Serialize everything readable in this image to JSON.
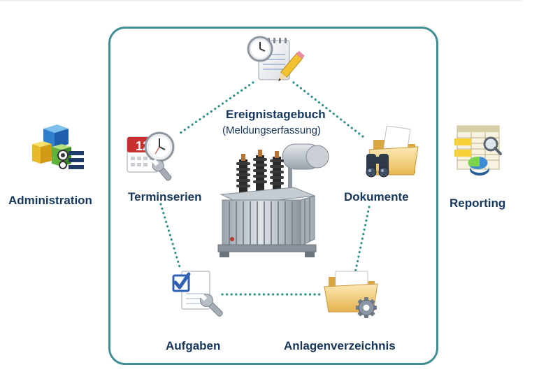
{
  "labels": {
    "ereignistagebuch": "Ereignistagebuch",
    "ereignistagebuch_sub": "(Meldungserfassung)",
    "terminserien": "Terminserien",
    "dokumente": "Dokumente",
    "aufgaben": "Aufgaben",
    "anlagenverzeichnis": "Anlagenverzeichnis",
    "administration": "Administration",
    "reporting": "Reporting"
  },
  "calendar_day": "12",
  "icons": {
    "center": "transformer-icon",
    "ereignistagebuch": "clock-notepad-pencil-icon",
    "terminserien": "calendar-clock-wrench-icon",
    "dokumente": "folder-binoculars-icon",
    "aufgaben": "checklist-wrench-icon",
    "anlagenverzeichnis": "folder-gear-icon",
    "administration": "cubes-icon",
    "reporting": "report-chart-icon"
  },
  "colors": {
    "frame": "#3f8f93",
    "dots": "#2e8f86",
    "label": "#16375d"
  }
}
